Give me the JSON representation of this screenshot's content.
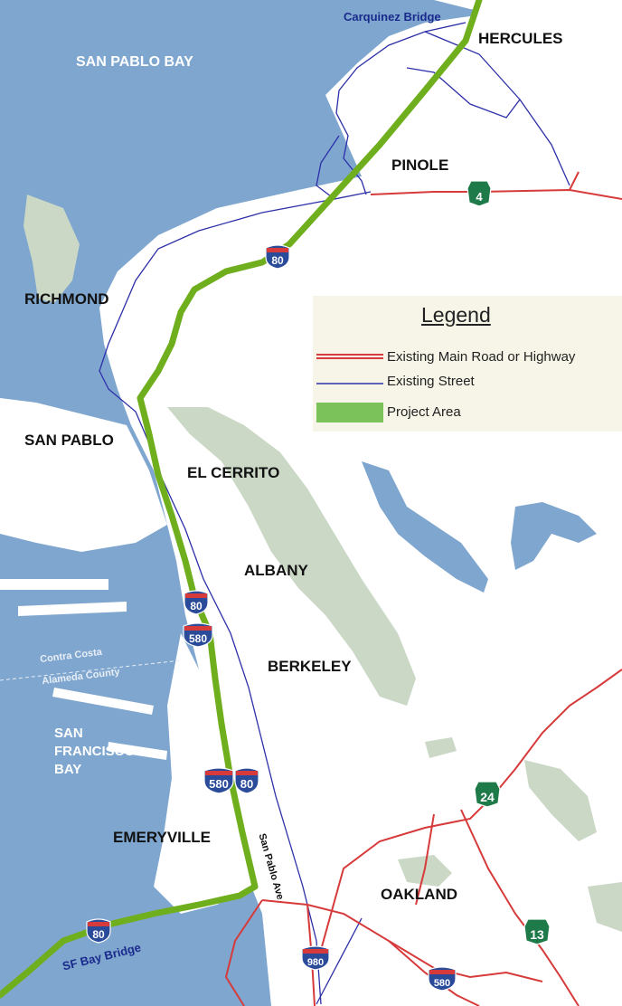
{
  "map": {
    "places": {
      "hercules": "HERCULES",
      "pinole": "PINOLE",
      "richmond": "RICHMOND",
      "san_pablo": "SAN PABLO",
      "el_cerrito": "EL CERRITO",
      "albany": "ALBANY",
      "berkeley": "BERKELEY",
      "emeryville": "EMERYVILLE",
      "oakland": "OAKLAND"
    },
    "water": {
      "san_pablo_bay": "SAN PABLO BAY",
      "sf_bay_line1": "SAN",
      "sf_bay_line2": "FRANCISCO",
      "sf_bay_line3": "BAY"
    },
    "counties": {
      "upper": "Contra Costa",
      "lower": "Alameda County"
    },
    "bridges": {
      "carquinez": "Carquinez Bridge",
      "sf_bay": "SF Bay Bridge"
    },
    "streets": {
      "san_pablo_ave": "San Pablo Ave"
    },
    "shields": {
      "i80": "80",
      "i580": "580",
      "i980": "980",
      "ca4": "4",
      "ca24": "24",
      "ca13": "13"
    },
    "colors": {
      "water": "#7fa6cf",
      "land": "#ffffff",
      "park": "#cbd8c6",
      "project": "#6fae1d",
      "main_road": "#d63a3a",
      "street": "#2d2fa8",
      "interstate": "#2a4a9a",
      "state_route": "#1f7a4a"
    }
  },
  "legend": {
    "title": "Legend",
    "items": [
      {
        "label": "Existing Main Road or Highway",
        "symbol": "main-road"
      },
      {
        "label": "Existing Street",
        "symbol": "street"
      },
      {
        "label": "Project Area",
        "symbol": "project"
      }
    ]
  }
}
